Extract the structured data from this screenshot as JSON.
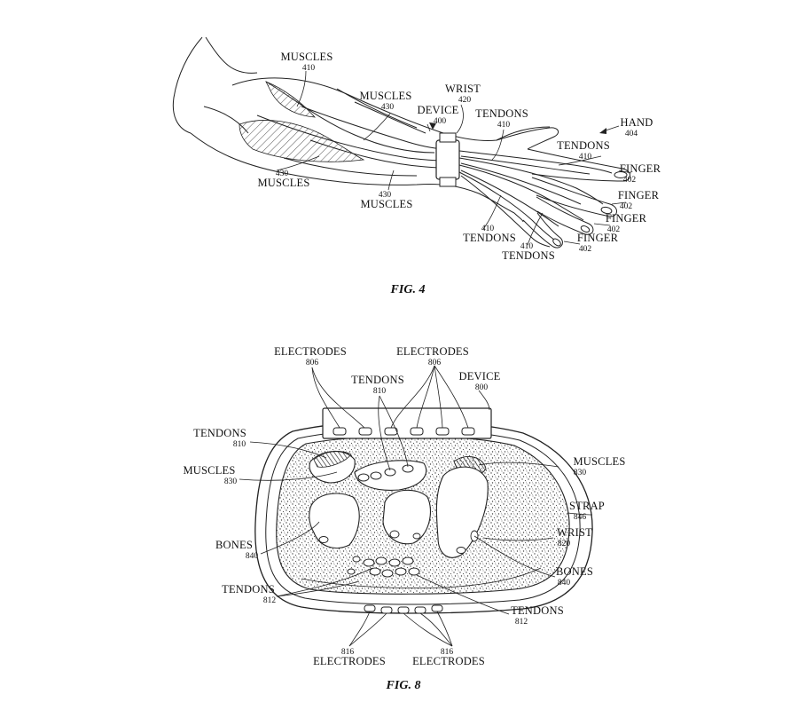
{
  "fig4": {
    "caption": "FIG. 4",
    "labels": {
      "muscles_top_410": [
        "MUSCLES",
        "410"
      ],
      "muscles_430_mid": [
        "MUSCLES",
        "430"
      ],
      "wrist": [
        "WRIST",
        "420"
      ],
      "device": [
        "DEVICE",
        "400"
      ],
      "tendons_410_top": [
        "TENDONS",
        "410"
      ],
      "hand": [
        "HAND",
        "404"
      ],
      "tendons_410_right": [
        "TENDONS",
        "410"
      ],
      "finger_1": [
        "FINGER",
        "402"
      ],
      "finger_2": [
        "FINGER",
        "402"
      ],
      "finger_3": [
        "FINGER",
        "402"
      ],
      "finger_4": [
        "FINGER",
        "402"
      ],
      "muscles_430_left": [
        "430",
        "MUSCLES"
      ],
      "muscles_430_bottom": [
        "430",
        "MUSCLES"
      ],
      "tendons_410_bottom_a": [
        "410",
        "TENDONS"
      ],
      "tendons_410_bottom_b": [
        "410",
        "TENDONS"
      ]
    }
  },
  "fig8": {
    "caption": "FIG. 8",
    "labels": {
      "electrodes_left": [
        "ELECTRODES",
        "806"
      ],
      "electrodes_right": [
        "ELECTRODES",
        "806"
      ],
      "tendons_810_top": [
        "TENDONS",
        "810"
      ],
      "device": [
        "DEVICE",
        "800"
      ],
      "tendons_810_left": [
        "TENDONS",
        "810"
      ],
      "muscles_830_left": [
        "MUSCLES",
        "830"
      ],
      "muscles_830_right": [
        "MUSCLES",
        "830"
      ],
      "strap": [
        "STRAP",
        "846"
      ],
      "wrist": [
        "WRIST",
        "820"
      ],
      "bones_left": [
        "BONES",
        "840"
      ],
      "bones_right": [
        "BONES",
        "840"
      ],
      "tendons_812_left": [
        "TENDONS",
        "812"
      ],
      "tendons_812_right": [
        "TENDONS",
        "812"
      ],
      "electrodes_816_left": [
        "816",
        "ELECTRODES"
      ],
      "electrodes_816_right": [
        "816",
        "ELECTRODES"
      ]
    }
  }
}
